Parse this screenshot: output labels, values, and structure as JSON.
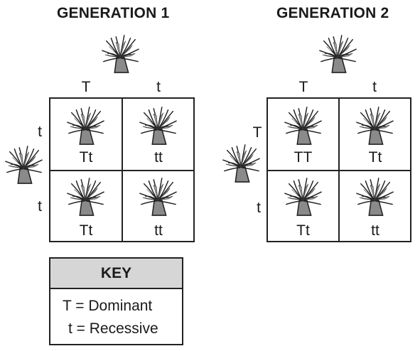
{
  "panels": [
    {
      "title": "GENERATION 1",
      "top_alleles": [
        "T",
        "t"
      ],
      "side_alleles": [
        "t",
        "t"
      ],
      "cells": [
        "Tt",
        "tt",
        "Tt",
        "tt"
      ]
    },
    {
      "title": "GENERATION 2",
      "top_alleles": [
        "T",
        "t"
      ],
      "side_alleles": [
        "T",
        "t"
      ],
      "cells": [
        "TT",
        "Tt",
        "Tt",
        "tt"
      ]
    }
  ],
  "key": {
    "title": "KEY",
    "lines": [
      "T = Dominant",
      "t = Recessive"
    ]
  },
  "icons": {
    "organism": "sea-anemone-icon"
  }
}
